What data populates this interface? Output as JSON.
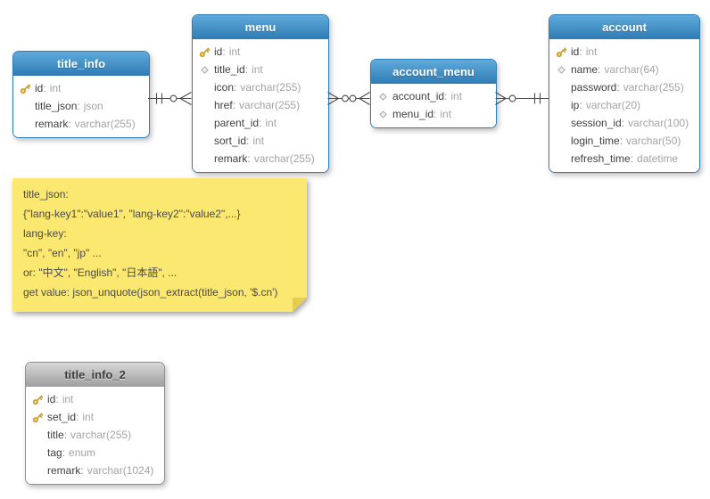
{
  "diagram": {
    "tables": [
      {
        "name": "title_info",
        "style": "blue",
        "columns": [
          {
            "icon": "key",
            "name": "id",
            "type": "int"
          },
          {
            "icon": null,
            "name": "title_json",
            "type": "json"
          },
          {
            "icon": null,
            "name": "remark",
            "type": "varchar(255)"
          }
        ]
      },
      {
        "name": "menu",
        "style": "blue",
        "columns": [
          {
            "icon": "key",
            "name": "id",
            "type": "int"
          },
          {
            "icon": "diamond",
            "name": "title_id",
            "type": "int"
          },
          {
            "icon": null,
            "name": "icon",
            "type": "varchar(255)"
          },
          {
            "icon": null,
            "name": "href",
            "type": "varchar(255)"
          },
          {
            "icon": null,
            "name": "parent_id",
            "type": "int"
          },
          {
            "icon": null,
            "name": "sort_id",
            "type": "int"
          },
          {
            "icon": null,
            "name": "remark",
            "type": "varchar(255)"
          }
        ]
      },
      {
        "name": "account_menu",
        "style": "blue",
        "columns": [
          {
            "icon": "diamond",
            "name": "account_id",
            "type": "int"
          },
          {
            "icon": "diamond",
            "name": "menu_id",
            "type": "int"
          }
        ]
      },
      {
        "name": "account",
        "style": "blue",
        "columns": [
          {
            "icon": "key",
            "name": "id",
            "type": "int"
          },
          {
            "icon": "diamond",
            "name": "name",
            "type": "varchar(64)"
          },
          {
            "icon": null,
            "name": "password",
            "type": "varchar(255)"
          },
          {
            "icon": null,
            "name": "ip",
            "type": "varchar(20)"
          },
          {
            "icon": null,
            "name": "session_id",
            "type": "varchar(100)"
          },
          {
            "icon": null,
            "name": "login_time",
            "type": "varchar(50)"
          },
          {
            "icon": null,
            "name": "refresh_time",
            "type": "datetime"
          }
        ]
      },
      {
        "name": "title_info_2",
        "style": "gray",
        "columns": [
          {
            "icon": "key",
            "name": "id",
            "type": "int"
          },
          {
            "icon": "key",
            "name": "set_id",
            "type": "int"
          },
          {
            "icon": null,
            "name": "title",
            "type": "varchar(255)"
          },
          {
            "icon": null,
            "name": "tag",
            "type": "enum"
          },
          {
            "icon": null,
            "name": "remark",
            "type": "varchar(1024)"
          }
        ]
      }
    ],
    "relationships": [
      {
        "from": "title_info",
        "to": "menu",
        "from_cardinality": "one",
        "to_cardinality": "zero-or-many"
      },
      {
        "from": "menu",
        "to": "account_menu",
        "from_cardinality": "zero-or-many",
        "to_cardinality": "zero-or-many"
      },
      {
        "from": "account_menu",
        "to": "account",
        "from_cardinality": "zero-or-many",
        "to_cardinality": "one"
      }
    ],
    "note": {
      "background": "#fbe870",
      "lines": [
        "title_json:",
        "{\"lang-key1\":\"value1\", \"lang-key2\":\"value2\",...}",
        "lang-key:",
        "\"cn\", \"en\", \"jp\" ...",
        "or: \"中文\", \"English\", \"日本語\", ...",
        "get value: json_unquote(json_extract(title_json, '$.cn')"
      ]
    },
    "colors": {
      "header_blue": "#2e7cb5",
      "header_gray": "#9e9e9e",
      "key_icon": "#d4a62f",
      "relationship_line": "#4a4a4a"
    }
  }
}
